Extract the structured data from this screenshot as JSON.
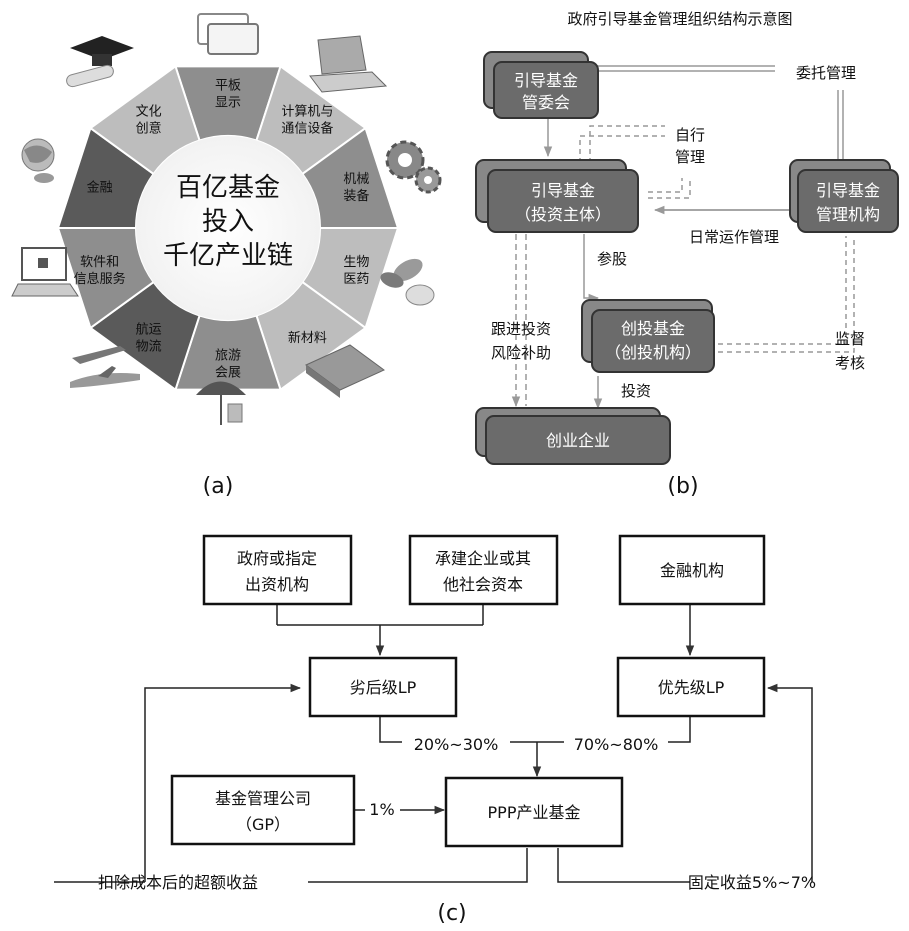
{
  "panel_a": {
    "caption": "(a)",
    "center": [
      "百亿基金",
      "投入",
      "千亿产业链"
    ],
    "segments": [
      {
        "lines": [
          "平板",
          "显示"
        ]
      },
      {
        "lines": [
          "计算机与",
          "通信设备"
        ]
      },
      {
        "lines": [
          "机械",
          "装备"
        ]
      },
      {
        "lines": [
          "生物",
          "医药"
        ]
      },
      {
        "lines": [
          "新材料"
        ]
      },
      {
        "lines": [
          "旅游",
          "会展"
        ]
      },
      {
        "lines": [
          "航运",
          "物流"
        ]
      },
      {
        "lines": [
          "软件和",
          "信息服务"
        ]
      },
      {
        "lines": [
          "金融"
        ]
      },
      {
        "lines": [
          "文化",
          "创意"
        ]
      }
    ],
    "colors": {
      "dark": "#5a5a5a",
      "mid": "#8e8e8e",
      "light": "#bdbdbd"
    }
  },
  "panel_b": {
    "caption": "(b)",
    "title": "政府引导基金管理组织结构示意图",
    "boxes": {
      "committee": [
        "引导基金",
        "管委会"
      ],
      "fund": [
        "引导基金",
        "（投资主体）"
      ],
      "manager": [
        "引导基金",
        "管理机构"
      ],
      "vc": [
        "创投基金",
        "（创投机构）"
      ],
      "startup": [
        "创业企业"
      ]
    },
    "labels": {
      "entrust": "委托管理",
      "self_manage": [
        "自行",
        "管理"
      ],
      "daily_ops": "日常运作管理",
      "equity": "参股",
      "follow_invest": [
        "跟进投资",
        "风险补助"
      ],
      "invest": "投资",
      "supervise": [
        "监督",
        "考核"
      ]
    }
  },
  "panel_c": {
    "caption": "(c)",
    "boxes": {
      "gov": [
        "政府或指定",
        "出资机构"
      ],
      "contractor": [
        "承建企业或其",
        "他社会资本"
      ],
      "finance": [
        "金融机构"
      ],
      "junior_lp": [
        "劣后级LP"
      ],
      "senior_lp": [
        "优先级LP"
      ],
      "gp": [
        "基金管理公司",
        "（GP）"
      ],
      "ppp": [
        "PPP产业基金"
      ]
    },
    "labels": {
      "junior_pct": "20%~30%",
      "senior_pct": "70%~80%",
      "gp_pct": "1%",
      "excess_return": "扣除成本后的超额收益",
      "fixed_return": "固定收益5%~7%"
    }
  }
}
